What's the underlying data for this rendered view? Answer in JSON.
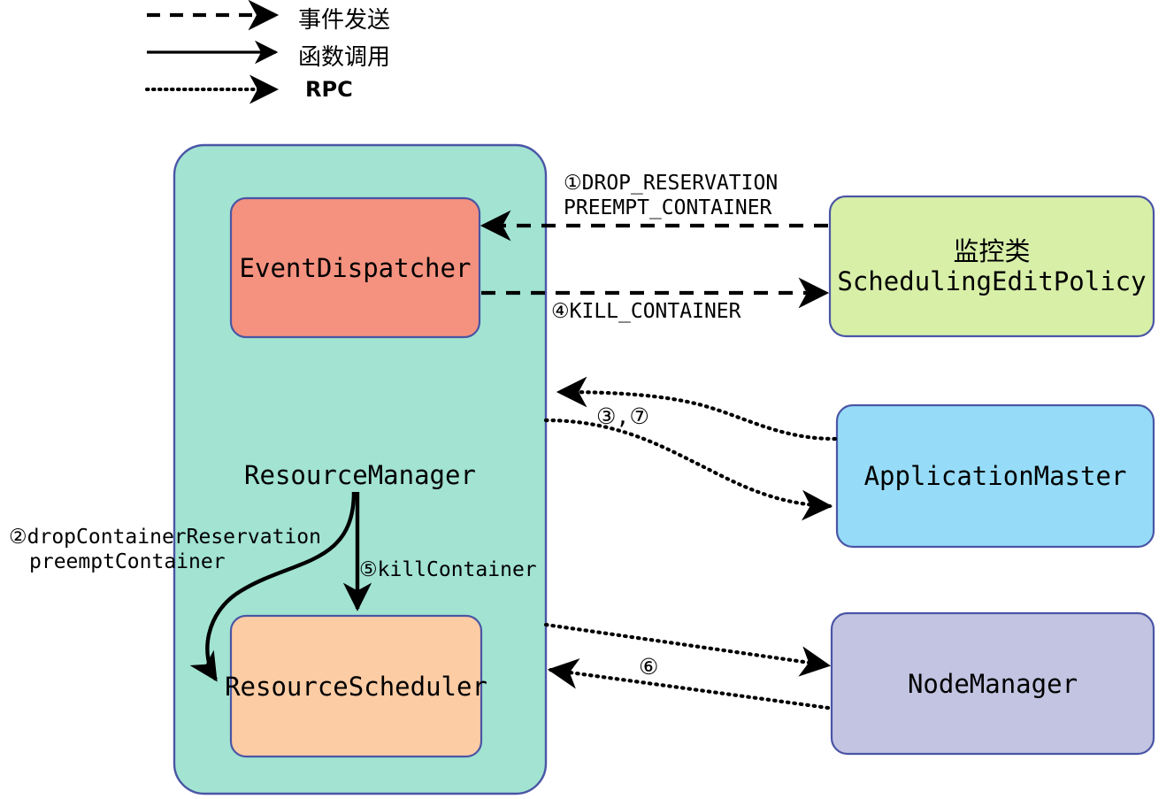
{
  "legend": [
    {
      "id": "event-send",
      "style": "dashed",
      "label": "事件发送",
      "lang": "cjk",
      "bold": false
    },
    {
      "id": "function-call",
      "style": "solid",
      "label": "函数调用",
      "lang": "cjk",
      "bold": false
    },
    {
      "id": "rpc",
      "style": "dotted",
      "label": "RPC",
      "lang": "sans",
      "bold": true
    }
  ],
  "nodes": {
    "resource_manager": {
      "label": "ResourceManager",
      "fill": "#A2E3D2",
      "stroke": "#4A55A5"
    },
    "event_dispatcher": {
      "label": "EventDispatcher",
      "fill": "#F4927F",
      "stroke": "#4A55A5"
    },
    "resource_scheduler": {
      "label": "ResourceScheduler",
      "fill": "#FCCCA4",
      "stroke": "#4A55A5"
    },
    "scheduling_edit_policy": {
      "line1": "监控类",
      "line2": "SchedulingEditPolicy",
      "fill": "#D8EFA8",
      "stroke": "#4A55A5"
    },
    "application_master": {
      "label": "ApplicationMaster",
      "fill": "#96DCF8",
      "stroke": "#4A55A5"
    },
    "node_manager": {
      "label": "NodeManager",
      "fill": "#C2C4E2",
      "stroke": "#4A55A5"
    }
  },
  "edge_labels": {
    "drop_reservation_line1": "①DROP_RESERVATION",
    "drop_reservation_line2": "PREEMPT_CONTAINER",
    "kill_container_event": "④KILL_CONTAINER",
    "drop_container_reservation_line1": "②dropContainerReservation",
    "drop_container_reservation_line2": "preemptContainer",
    "kill_container_call": "⑤killContainer",
    "am_rpc": "③,⑦",
    "nm_rpc": "⑥"
  },
  "colors": {
    "teal": "#A2E3D2",
    "salmon": "#F4927F",
    "peach": "#FCCCA4",
    "green": "#D8EFA8",
    "blue": "#96DCF8",
    "lavender": "#C2C4E2",
    "border": "#4A55A5",
    "ink": "#000000"
  }
}
